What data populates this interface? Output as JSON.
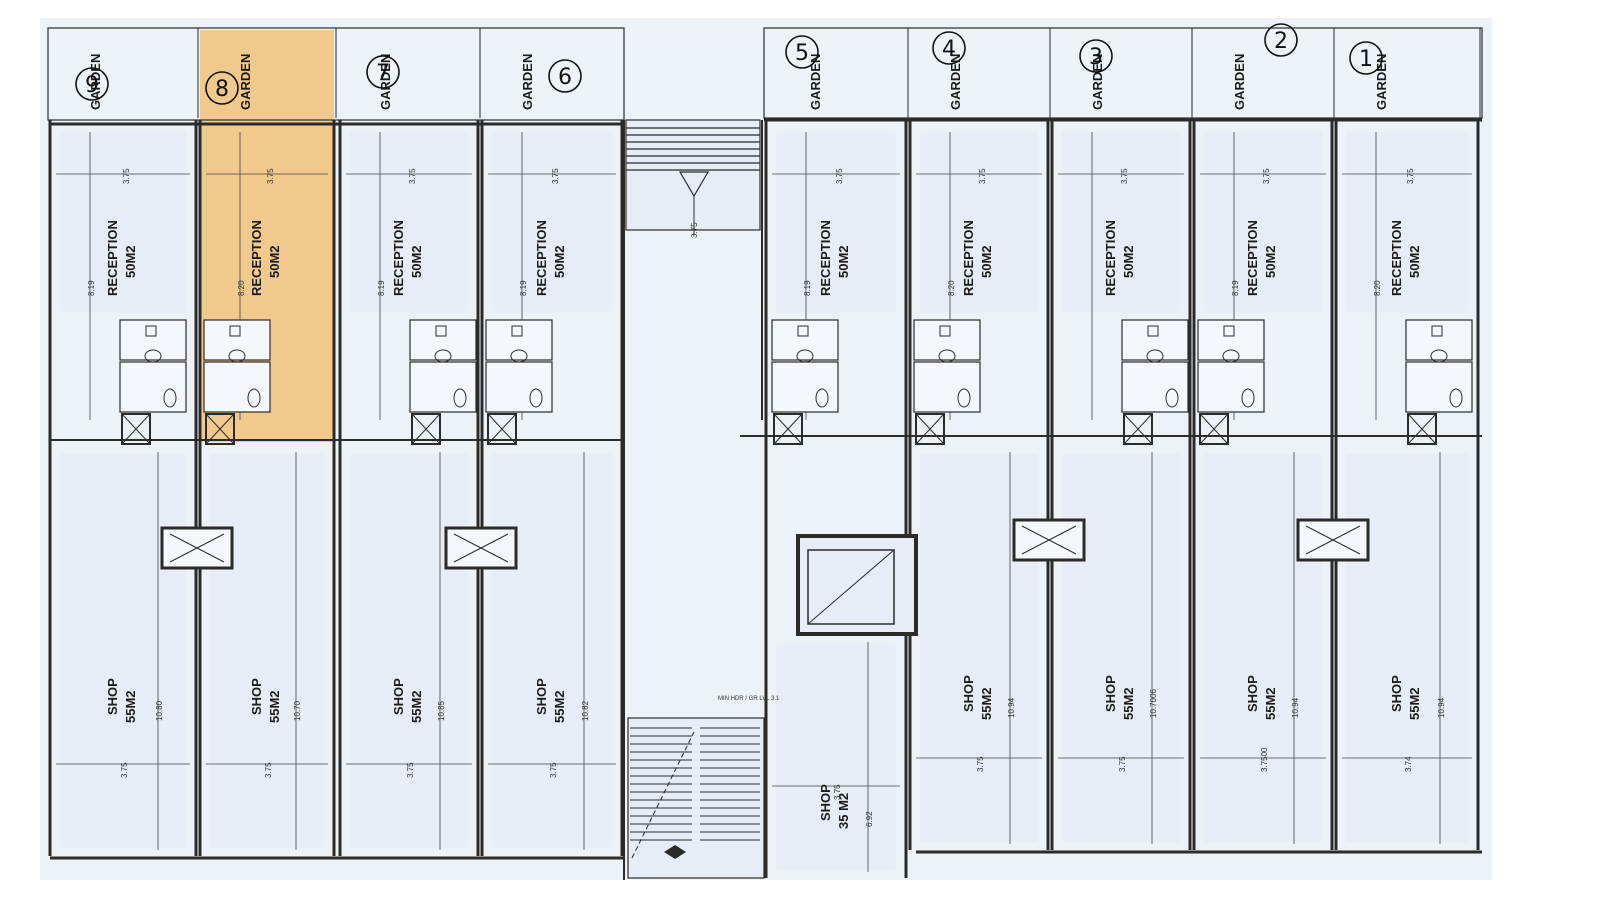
{
  "colors": {
    "background": "#ffffff",
    "room_fill": "#e6edf6",
    "wall": "#2b2b2b",
    "highlight": "#f2c27a"
  },
  "highlighted_unit": "8",
  "units": [
    {
      "number": "9",
      "garden": "GARDEN",
      "reception": "RECEPTION",
      "reception_area": "50M2",
      "shop": "SHOP",
      "shop_area": "55M2",
      "reception_depth": "8.19",
      "shop_depth": "10.80",
      "width": "3.75",
      "shop_width": "3.75"
    },
    {
      "number": "8",
      "garden": "GARDEN",
      "reception": "RECEPTION",
      "reception_area": "50M2",
      "shop": "SHOP",
      "shop_area": "55M2",
      "reception_depth": "8.20",
      "shop_depth": "10.70",
      "width": "3.75",
      "shop_width": "3.75"
    },
    {
      "number": "7",
      "garden": "GARDEN",
      "reception": "RECEPTION",
      "reception_area": "50M2",
      "shop": "SHOP",
      "shop_area": "55M2",
      "reception_depth": "8.19",
      "shop_depth": "10.85",
      "width": "3.75",
      "shop_width": "3.75"
    },
    {
      "number": "6",
      "garden": "GARDEN",
      "reception": "RECEPTION",
      "reception_area": "50M2",
      "shop": "SHOP",
      "shop_area": "55M2",
      "reception_depth": "8.19",
      "shop_depth": "10.82",
      "width": "3.75",
      "shop_width": "3.75"
    },
    {
      "number": "5",
      "garden": "GARDEN",
      "reception": "RECEPTION",
      "reception_area": "50M2",
      "shop": "SHOP",
      "shop_area": "35 M2",
      "reception_depth": "8.19",
      "shop_depth": "6.92",
      "width": "3.75",
      "shop_width": "3.75"
    },
    {
      "number": "4",
      "garden": "GARDEN",
      "reception": "RECEPTION",
      "reception_area": "50M2",
      "shop": "SHOP",
      "shop_area": "55M2",
      "reception_depth": "8.20",
      "shop_depth": "10.94",
      "width": "3.75",
      "shop_width": "3.75"
    },
    {
      "number": "3",
      "garden": "GARDEN",
      "reception": "RECEPTION",
      "reception_area": "50M2",
      "shop": "SHOP",
      "shop_area": "55M2",
      "reception_depth": "",
      "shop_depth": "10.7006",
      "width": "3.75",
      "shop_width": "3.75"
    },
    {
      "number": "2",
      "garden": "GARDEN",
      "reception": "RECEPTION",
      "reception_area": "50M2",
      "shop": "SHOP",
      "shop_area": "55M2",
      "reception_depth": "8.19",
      "shop_depth": "10.94",
      "width": "3.75",
      "shop_width": "3.7500"
    },
    {
      "number": "1",
      "garden": "GARDEN",
      "reception": "RECEPTION",
      "reception_area": "50M2",
      "shop": "SHOP",
      "shop_area": "55M2",
      "reception_depth": "8.20",
      "shop_depth": "10.94",
      "width": "3.75",
      "shop_width": "3.74"
    }
  ],
  "stair_dim": "3.75",
  "stair_note": "MIN HDR / GR LVL 3.1"
}
